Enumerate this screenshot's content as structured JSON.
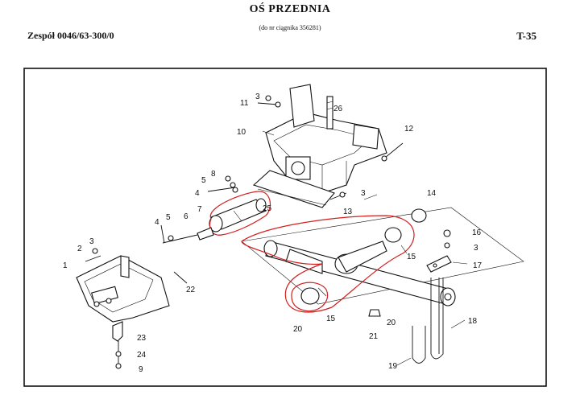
{
  "header": {
    "title": "OŚ PRZEDNIA",
    "subtitle": "(do nr ciągnika 356281)",
    "assembly": "Zespół 0046/63-300/0",
    "page_code": "T-35"
  },
  "parts": {
    "p1": "1",
    "p2": "2",
    "p3a": "3",
    "p3b": "3",
    "p3c": "3",
    "p3d": "3",
    "p4a": "4",
    "p4b": "4",
    "p5a": "5",
    "p5b": "5",
    "p6": "6",
    "p7": "7",
    "p8": "8",
    "p9": "9",
    "p10": "10",
    "p11": "11",
    "p12": "12",
    "p13": "13",
    "p14": "14",
    "p15a": "15",
    "p15b": "15",
    "p16": "16",
    "p17": "17",
    "p18": "18",
    "p19": "19",
    "p20a": "20",
    "p20b": "20",
    "p21": "21",
    "p22": "22",
    "p23": "23",
    "p24": "24",
    "p25": "25",
    "p26": "26"
  },
  "colors": {
    "ink": "#111111",
    "highlight": "#d31e1e",
    "paper": "#ffffff"
  }
}
